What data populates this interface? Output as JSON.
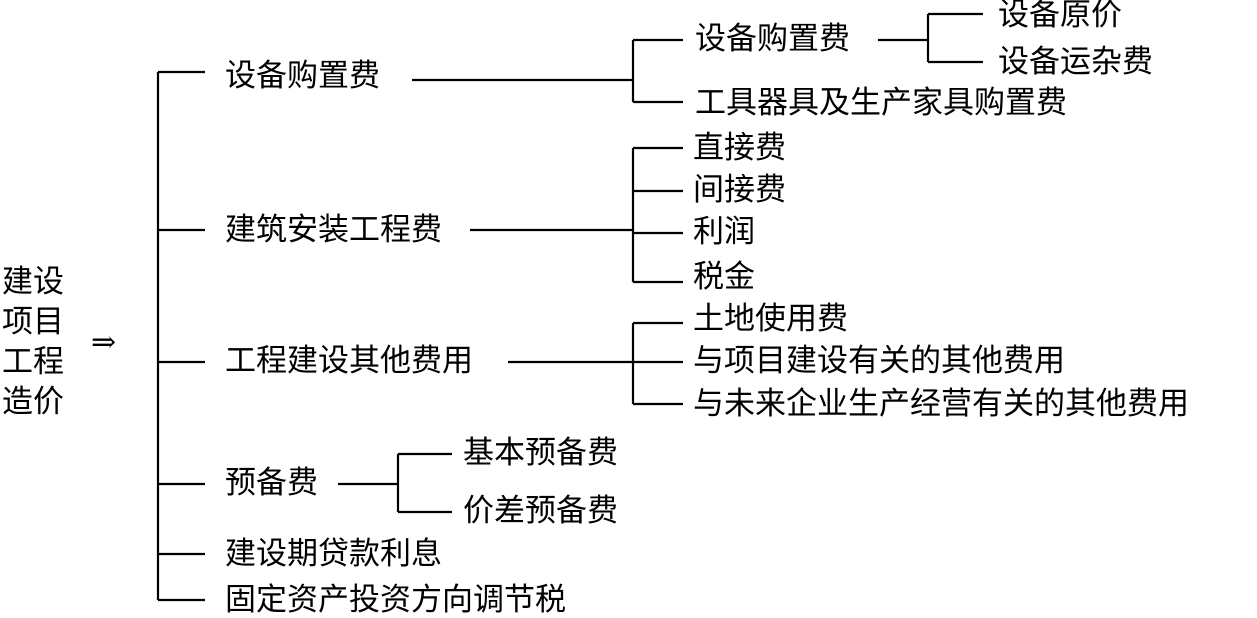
{
  "root": [
    "建设",
    "项目",
    "工程",
    "造价"
  ],
  "arrow": "⇒",
  "level1": [
    "设备购置费",
    "建筑安装工程费",
    "工程建设其他费用",
    "预备费",
    "建设期贷款利息",
    "固定资产投资方向调节税"
  ],
  "equipment": {
    "children": [
      "设备购置费",
      "工具器具及生产家具购置费"
    ],
    "sub": [
      "设备原价",
      "设备运杂费"
    ]
  },
  "construction": {
    "children": [
      "直接费",
      "间接费",
      "利润",
      "税金"
    ]
  },
  "other": {
    "children": [
      "土地使用费",
      "与项目建设有关的其他费用",
      "与未来企业生产经营有关的其他费用"
    ]
  },
  "reserve": {
    "children": [
      "基本预备费",
      "价差预备费"
    ]
  }
}
